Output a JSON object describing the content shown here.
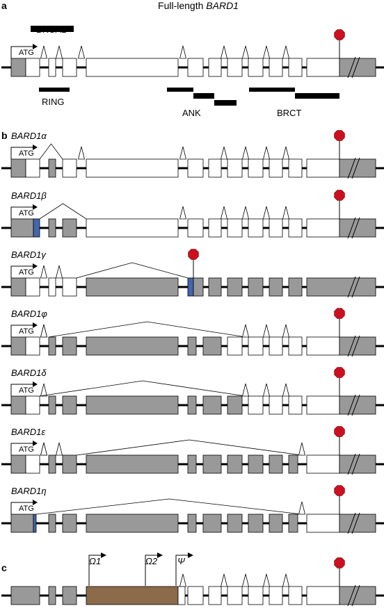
{
  "panel_a": {
    "letter": "a",
    "title_prefix": "Full-length ",
    "title_gene": "BARD1",
    "brca1_label": "BRCA1",
    "atg_label": "ATG",
    "ring_label": "RING",
    "ank_label": "ANK",
    "brct_label": "BRCT"
  },
  "panel_b": {
    "letter": "b",
    "isoforms": [
      {
        "name": "BARD1α",
        "atg": "ATG"
      },
      {
        "name": "BARD1β",
        "atg": "ATG"
      },
      {
        "name": "BARD1γ",
        "atg": "ATG"
      },
      {
        "name": "BARD1φ",
        "atg": "ATG"
      },
      {
        "name": "BARD1δ",
        "atg": "ATG"
      },
      {
        "name": "BARD1ε",
        "atg": "ATG"
      },
      {
        "name": "BARD1η",
        "atg": "ATG"
      }
    ]
  },
  "panel_c": {
    "letter": "c",
    "promoters": [
      "Ω1",
      "Ω2",
      "Ψ"
    ]
  },
  "colors": {
    "coding": "#ffffff",
    "utr": "#999999",
    "novel_exon": "#4466aa",
    "intronic_region": "#8b6b4a",
    "stop": "#cc1020"
  }
}
